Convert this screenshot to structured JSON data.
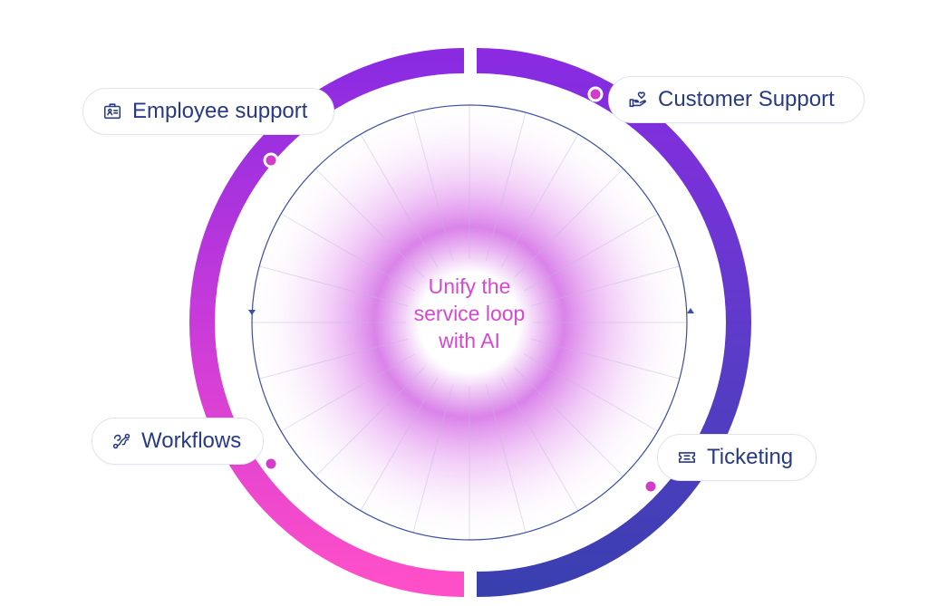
{
  "center": {
    "line1": "Unify the",
    "line2": "service loop",
    "line3": "with AI"
  },
  "nodes": {
    "employee_support": {
      "label": "Employee support",
      "icon": "id-badge-icon"
    },
    "customer_support": {
      "label": "Customer Support",
      "icon": "heart-hand-icon"
    },
    "workflows": {
      "label": "Workflows",
      "icon": "route-icon"
    },
    "ticketing": {
      "label": "Ticketing",
      "icon": "ticket-icon"
    }
  },
  "colors": {
    "ring_top_left": "#8a2be2",
    "ring_bottom_left": "#ff4fc8",
    "ring_right": "#6a3ad0",
    "ring_bottom_right": "#3a3fb0",
    "text_navy": "#283a85",
    "center_text": "#d548d0",
    "glow": "#d87ce8",
    "dot": "#d13cc8"
  }
}
